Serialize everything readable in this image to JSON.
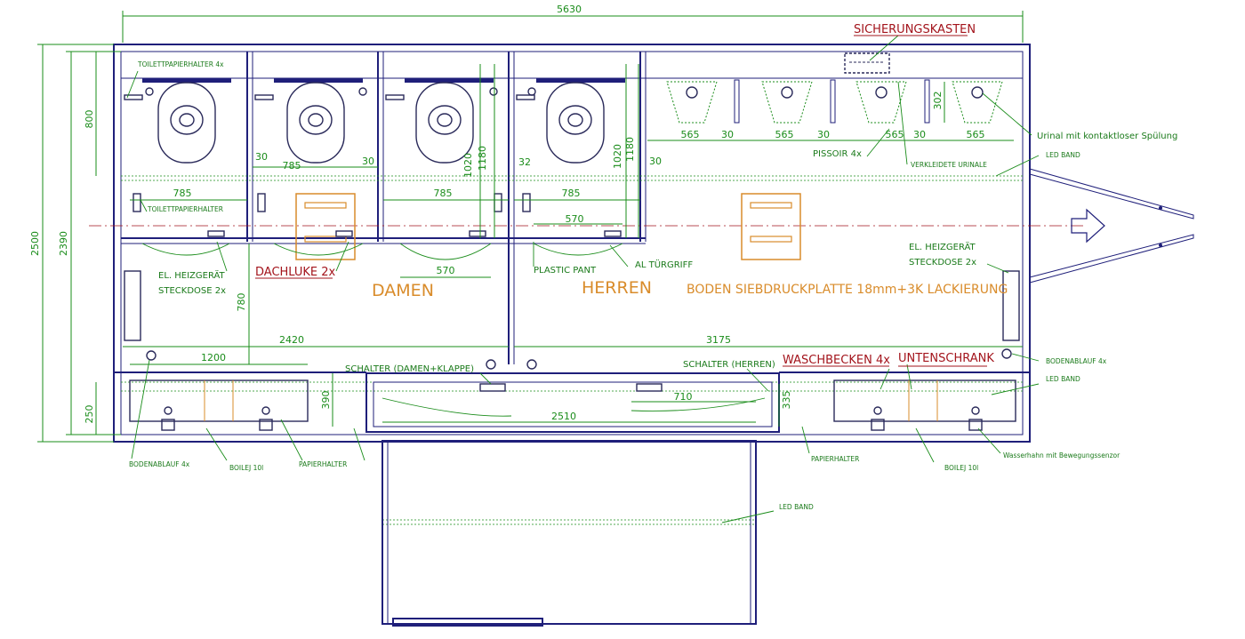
{
  "dimensions": {
    "overall_length": "5630",
    "overall_width": "2500",
    "inner_width": "2390",
    "d800": "800",
    "d1180_left": "1180",
    "d1020_left": "1020",
    "d1020_right": "1020",
    "d1180_right": "1180",
    "d780": "780",
    "d250": "250",
    "d390": "390",
    "d335": "335",
    "d302": "302",
    "d785_a": "785",
    "d785_b": "785",
    "d785_c": "785",
    "d785_d": "785",
    "d30_a": "30",
    "d30_b": "30",
    "d32": "32",
    "d30_c": "30",
    "d570_a": "570",
    "d570_b": "570",
    "d565_a": "565",
    "d30_u1": "30",
    "d565_b": "565",
    "d30_u2": "30",
    "d565_c": "565",
    "d30_u3": "30",
    "d565_d": "565",
    "d2420": "2420",
    "d3175": "3175",
    "d1200": "1200",
    "d2510": "2510",
    "d710": "710"
  },
  "labels": {
    "toilet_paper_top": "TOILETTPAPIERHALTER 4x",
    "toilet_paper_mid": "TOILETTPAPIERHALTER",
    "fuse_box": "SICHERUNGSKASTEN",
    "urinal": "Urinal mit kontaktloser Spülung",
    "led_band_top": "LED BAND",
    "pissoir": "PISSOIR 4x",
    "urinal_partition": "VERKLEIDETE URINALE",
    "heater_left_1": "EL. HEIZGERÄT",
    "heater_left_2": "STECKDOSE 2x",
    "heater_right_1": "EL. HEIZGERÄT",
    "heater_right_2": "STECKDOSE 2x",
    "roof_hatch": "DACHLUKE 2x",
    "plastic_pant": "PLASTIC PANT",
    "door_handle": "AL TÜRGRIFF",
    "damen": "DAMEN",
    "herren": "HERREN",
    "floor": "BODEN SIEBDRUCKPLATTE 18mm+3K LACKIERUNG",
    "switch_damen": "SCHALTER (DAMEN+KLAPPE)",
    "switch_herren": "SCHALTER (HERREN)",
    "wash_basin": "WASCHBECKEN 4x",
    "under_cabinet": "UNTENSCHRANK",
    "floor_drain_right": "BODENABLAUF 4x",
    "led_band_right": "LED BAND",
    "floor_drain_left": "BODENABLAUF 4x",
    "boiler_left": "BOILEJ 10l",
    "paper_holder_left": "PAPIERHALTER",
    "paper_holder_right": "PAPIERHALTER",
    "boiler_right": "BOILEJ 10l",
    "faucet": "Wasserhahn mit Bewegungssenzor",
    "led_band_ramp": "LED BAND"
  },
  "colors": {
    "wall": "#1f1f7a",
    "dimension": "#1a8c1a",
    "highlight_red": "#a3141c",
    "orange": "#d98c2b"
  }
}
